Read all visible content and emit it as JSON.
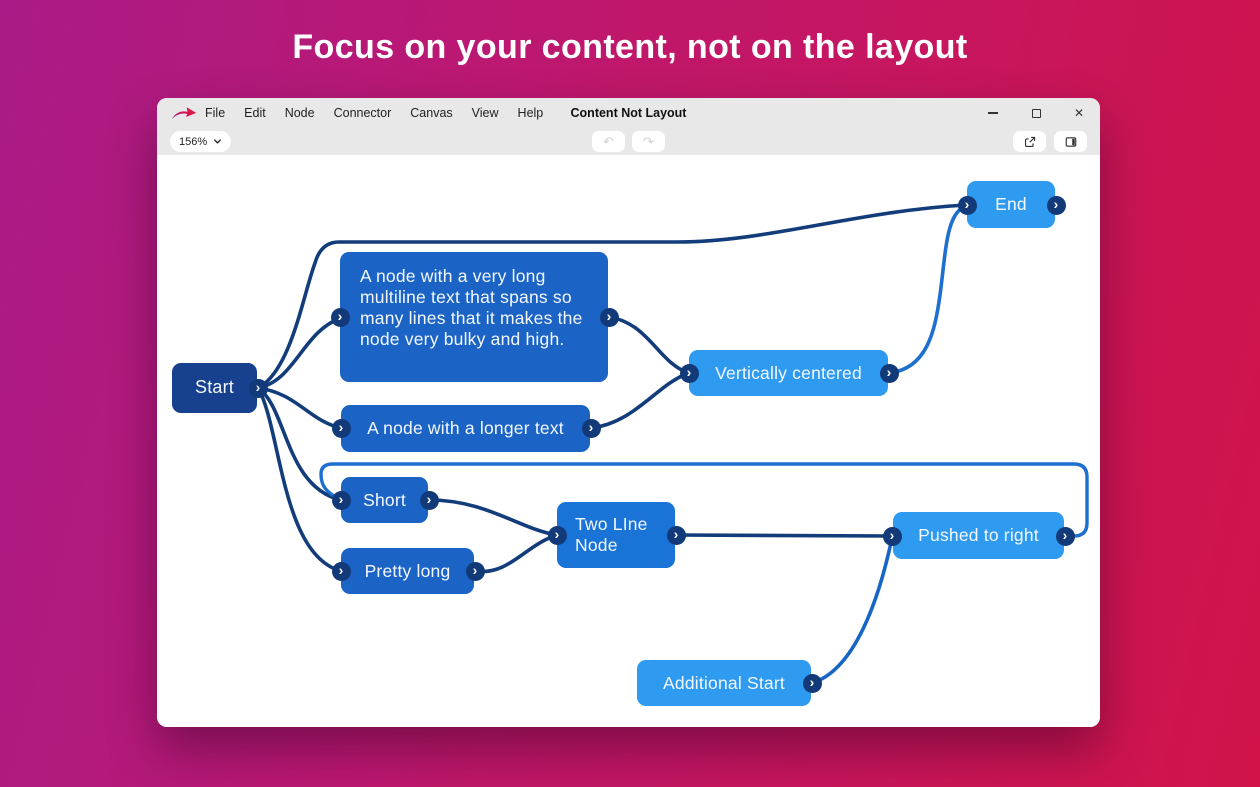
{
  "hero": {
    "headline": "Focus on your content, not on the layout"
  },
  "window": {
    "title": "Content Not Layout",
    "menu": [
      "File",
      "Edit",
      "Node",
      "Connector",
      "Canvas",
      "View",
      "Help"
    ],
    "toolbar": {
      "zoom_value": "156%",
      "undo_icon": "↶",
      "redo_icon": "↷"
    },
    "controls": {
      "close_icon": "✕"
    }
  },
  "canvas": {
    "nodes": [
      {
        "id": "start",
        "label": "Start",
        "variant": "dark"
      },
      {
        "id": "multiline",
        "label": "A node with a very long multiline text that spans so many lines that it makes the node very bulky and high.",
        "variant": "medium"
      },
      {
        "id": "longer",
        "label": "A node with a longer text",
        "variant": "medium"
      },
      {
        "id": "short",
        "label": "Short",
        "variant": "medium"
      },
      {
        "id": "pretty-long",
        "label": "Pretty long",
        "variant": "medium"
      },
      {
        "id": "two-line",
        "label": "Two LIne Node",
        "variant": "medium-light"
      },
      {
        "id": "vertically-centered",
        "label": "Vertically centered",
        "variant": "light"
      },
      {
        "id": "end",
        "label": "End",
        "variant": "light"
      },
      {
        "id": "pushed-to-right",
        "label": "Pushed to right",
        "variant": "light"
      },
      {
        "id": "additional-start",
        "label": "Additional Start",
        "variant": "light"
      }
    ],
    "edges": [
      {
        "from": "start",
        "to": "multiline"
      },
      {
        "from": "start",
        "to": "longer"
      },
      {
        "from": "start",
        "to": "short"
      },
      {
        "from": "start",
        "to": "pretty-long"
      },
      {
        "from": "start",
        "to": "end"
      },
      {
        "from": "multiline",
        "to": "vertically-centered"
      },
      {
        "from": "longer",
        "to": "vertically-centered"
      },
      {
        "from": "vertically-centered",
        "to": "end"
      },
      {
        "from": "short",
        "to": "two-line"
      },
      {
        "from": "pretty-long",
        "to": "two-line"
      },
      {
        "from": "two-line",
        "to": "pushed-to-right"
      },
      {
        "from": "additional-start",
        "to": "pushed-to-right"
      },
      {
        "from": "short",
        "to": "pushed-to-right",
        "note": "long wrap-around connector"
      }
    ]
  },
  "colors": {
    "background_gradient_start": "#aa1b87",
    "background_gradient_end": "#d11349",
    "node_dark": "#17418f",
    "node_medium": "#1b63c5",
    "node_medium_light": "#1a73d7",
    "node_light": "#2e9af0",
    "edge_dark": "#123c7a",
    "edge_medium": "#1d6fd0",
    "edge_additional": "#1766c6",
    "chrome_gray": "#e9e8e8"
  }
}
